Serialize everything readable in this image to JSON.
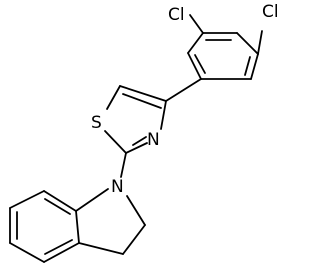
{
  "atoms": {
    "cl1": "Cl",
    "cl2": "Cl",
    "s": "S",
    "n_thiazole": "N",
    "n_indoline": "N"
  },
  "colors": {
    "bond": "#000000",
    "label": "#000000",
    "background": "#ffffff"
  }
}
